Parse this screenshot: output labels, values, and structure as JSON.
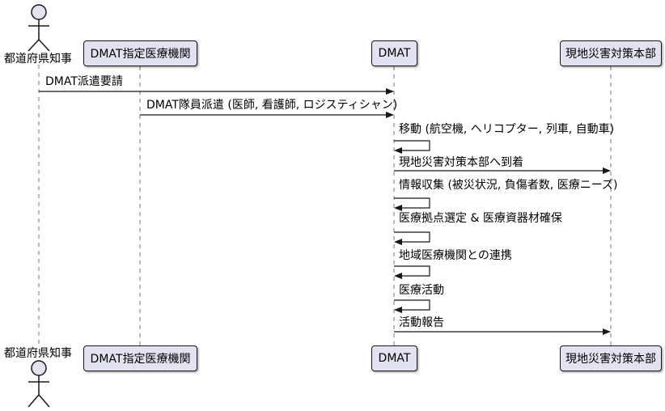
{
  "diagram_type": "sequence-diagram",
  "palette": {
    "background": "#ffffff",
    "participant_fill": "#e2e2f0",
    "participant_border": "#181818",
    "lifeline_color": "#777777",
    "message_color": "#181818",
    "text_color": "#000000"
  },
  "actor": {
    "label": "都道府県知事"
  },
  "participants": [
    {
      "id": "institution",
      "label": "DMAT指定医療機関"
    },
    {
      "id": "dmat",
      "label": "DMAT"
    },
    {
      "id": "hq",
      "label": "現地災害対策本部"
    }
  ],
  "messages": [
    {
      "seq": 1,
      "from": "都道府県知事",
      "to": "DMAT",
      "kind": "call",
      "label": "DMAT派遣要請"
    },
    {
      "seq": 2,
      "from": "DMAT指定医療機関",
      "to": "DMAT",
      "kind": "call",
      "label": "DMAT隊員派遣 (医師, 看護師, ロジスティシャン)"
    },
    {
      "seq": 3,
      "from": "DMAT",
      "to": "DMAT",
      "kind": "self",
      "label": "移動 (航空機, ヘリコプター, 列車, 自動車)"
    },
    {
      "seq": 4,
      "from": "DMAT",
      "to": "現地災害対策本部",
      "kind": "call",
      "label": "現地災害対策本部へ到着"
    },
    {
      "seq": 5,
      "from": "DMAT",
      "to": "DMAT",
      "kind": "self",
      "label": "情報収集 (被災状況, 負傷者数, 医療ニーズ)"
    },
    {
      "seq": 6,
      "from": "DMAT",
      "to": "DMAT",
      "kind": "self",
      "label": "医療拠点選定 & 医療資器材確保"
    },
    {
      "seq": 7,
      "from": "DMAT",
      "to": "DMAT",
      "kind": "self",
      "label": "地域医療機関との連携"
    },
    {
      "seq": 8,
      "from": "DMAT",
      "to": "DMAT",
      "kind": "self",
      "label": "医療活動"
    },
    {
      "seq": 9,
      "from": "DMAT",
      "to": "現地災害対策本部",
      "kind": "call",
      "label": "活動報告"
    }
  ]
}
